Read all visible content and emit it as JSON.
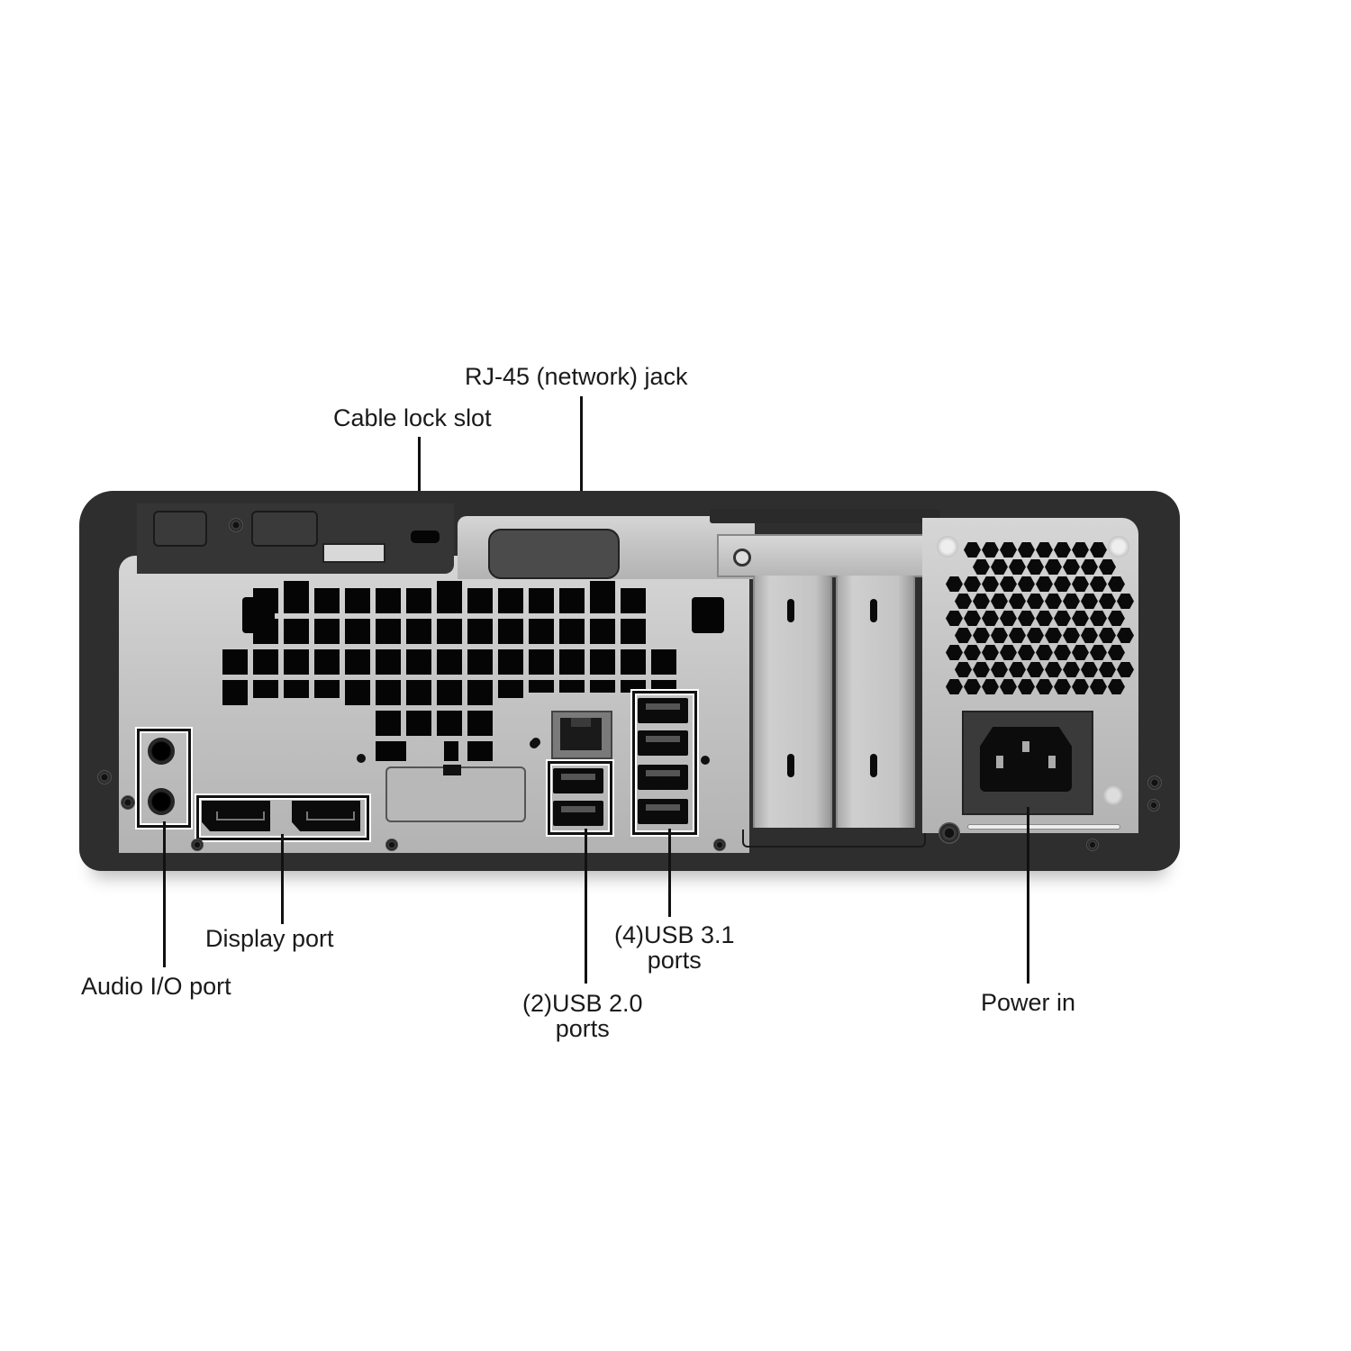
{
  "diagram": {
    "subject": "Desktop PC rear panel (small form factor)",
    "labels": {
      "rj45": "RJ-45 (network) jack",
      "cable_lock": "Cable lock slot",
      "display_port": "Display port",
      "audio_io": "Audio I/O port",
      "usb31_line1": "(4)USB 3.1",
      "usb31_line2": "ports",
      "usb20_line1": "(2)USB 2.0",
      "usb20_line2": "ports",
      "power_in": "Power in"
    },
    "port_counts": {
      "audio_jacks": 2,
      "display_ports": 2,
      "usb_2_0": 2,
      "usb_3_1": 4,
      "rj45": 1,
      "power_in": 1
    },
    "colors": {
      "chassis": "#2e2e2e",
      "panel": "#c4c4c4",
      "leader": "#111111",
      "text": "#1a1a1a"
    }
  }
}
